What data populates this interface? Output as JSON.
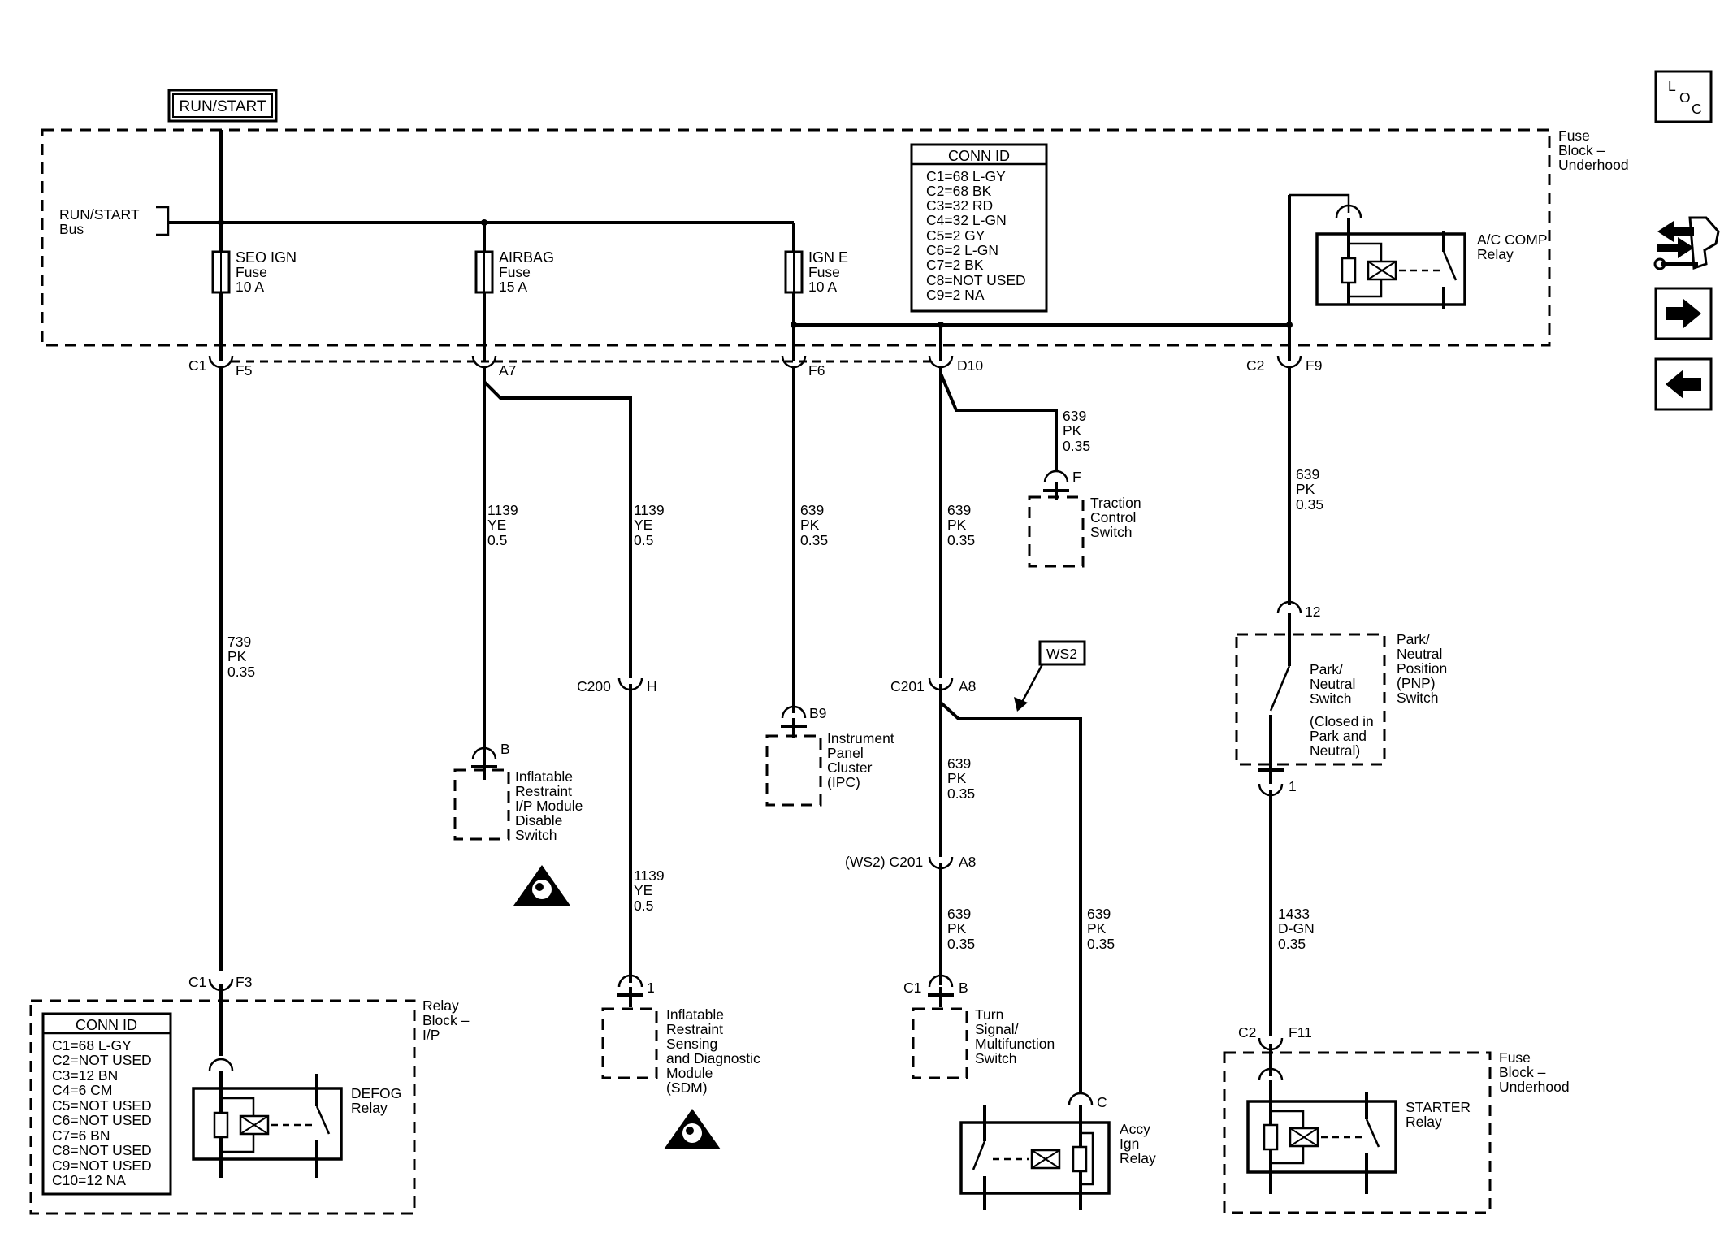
{
  "power_label": "RUN/START",
  "bus_label": [
    "RUN/START",
    "Bus"
  ],
  "fuse_block_top_label": [
    "Fuse",
    "Block –",
    "Underhood"
  ],
  "fuses": [
    {
      "name": "SEO IGN",
      "type": "Fuse",
      "rating": "10 A"
    },
    {
      "name": "AIRBAG",
      "type": "Fuse",
      "rating": "15 A"
    },
    {
      "name": "IGN E",
      "type": "Fuse",
      "rating": "10 A"
    }
  ],
  "conn_id_top": {
    "title": "CONN ID",
    "rows": [
      "C1=68 L-GY",
      "C2=68 BK",
      "C3=32 RD",
      "C4=32 L-GN",
      "C5=2 GY",
      "C6=2 L-GN",
      "C7=2 BK",
      "C8=NOT USED",
      "C9=2 NA"
    ]
  },
  "ac_comp_relay": [
    "A/C COMP",
    "Relay"
  ],
  "connectors_top": {
    "c1": "C1",
    "f5": "F5",
    "a7": "A7",
    "f6": "F6",
    "d10": "D10",
    "c2": "C2",
    "f9": "F9"
  },
  "wires": {
    "w739": [
      "739",
      "PK",
      "0.35"
    ],
    "w1139_a": [
      "1139",
      "YE",
      "0.5"
    ],
    "w1139_b": [
      "1139",
      "YE",
      "0.5"
    ],
    "w1139_c": [
      "1139",
      "YE",
      "0.5"
    ],
    "w639_ipc": [
      "639",
      "PK",
      "0.35"
    ],
    "w639_d10": [
      "639",
      "PK",
      "0.35"
    ],
    "w639_tc": [
      "639",
      "PK",
      "0.35"
    ],
    "w639_pnp": [
      "639",
      "PK",
      "0.35"
    ],
    "w639_c201": [
      "639",
      "PK",
      "0.35"
    ],
    "w639_turn": [
      "639",
      "PK",
      "0.35"
    ],
    "w639_accy": [
      "639",
      "PK",
      "0.35"
    ],
    "w1433": [
      "1433",
      "D-GN",
      "0.35"
    ]
  },
  "traction_control": {
    "pin": "F",
    "label": [
      "Traction",
      "Control",
      "Switch"
    ]
  },
  "pnp": {
    "pin_top": "12",
    "pin_bottom": "1",
    "inner_label": [
      "Park/",
      "Neutral",
      "Switch"
    ],
    "note": [
      "(Closed in",
      "Park and",
      "Neutral)"
    ],
    "outer_label": [
      "Park/",
      "Neutral",
      "Position",
      "(PNP)",
      "Switch"
    ]
  },
  "c200": {
    "conn": "C200",
    "pin": "H"
  },
  "c201": {
    "conn": "C201",
    "pin": "A8"
  },
  "c201_ws2": {
    "conn": "(WS2) C201",
    "pin": "A8"
  },
  "ws2_label": "WS2",
  "ipc": {
    "pin": "B9",
    "label": [
      "Instrument",
      "Panel",
      "Cluster",
      "(IPC)"
    ]
  },
  "iprs": {
    "pin": "B",
    "label": [
      "Inflatable",
      "Restraint",
      "I/P Module",
      "Disable",
      "Switch"
    ]
  },
  "sdm": {
    "pin": "1",
    "label": [
      "Inflatable",
      "Restraint",
      "Sensing",
      "and Diagnostic",
      "Module",
      "(SDM)"
    ]
  },
  "turn_signal": {
    "conn": "C1",
    "pin": "B",
    "label": [
      "Turn",
      "Signal/",
      "Multifunction",
      "Switch"
    ]
  },
  "accy_relay": {
    "pin": "C",
    "label": [
      "Accy",
      "Ign",
      "Relay"
    ]
  },
  "relay_block": {
    "conn": "C1",
    "pin": "F3",
    "label": [
      "Relay",
      "Block –",
      "I/P"
    ],
    "conn_id": {
      "title": "CONN ID",
      "rows": [
        "C1=68 L-GY",
        "C2=NOT USED",
        "C3=12 BN",
        "C4=6 CM",
        "C5=NOT USED",
        "C6=NOT USED",
        "C7=6 BN",
        "C8=NOT USED",
        "C9=NOT USED",
        "C10=12 NA"
      ]
    },
    "defog": [
      "DEFOG",
      "Relay"
    ]
  },
  "starter_block": {
    "conn": "C2",
    "pin": "F11",
    "label": [
      "Fuse",
      "Block –",
      "Underhood"
    ],
    "starter": [
      "STARTER",
      "Relay"
    ]
  },
  "loc_button": {
    "l": "L",
    "o": "O",
    "c": "C"
  }
}
